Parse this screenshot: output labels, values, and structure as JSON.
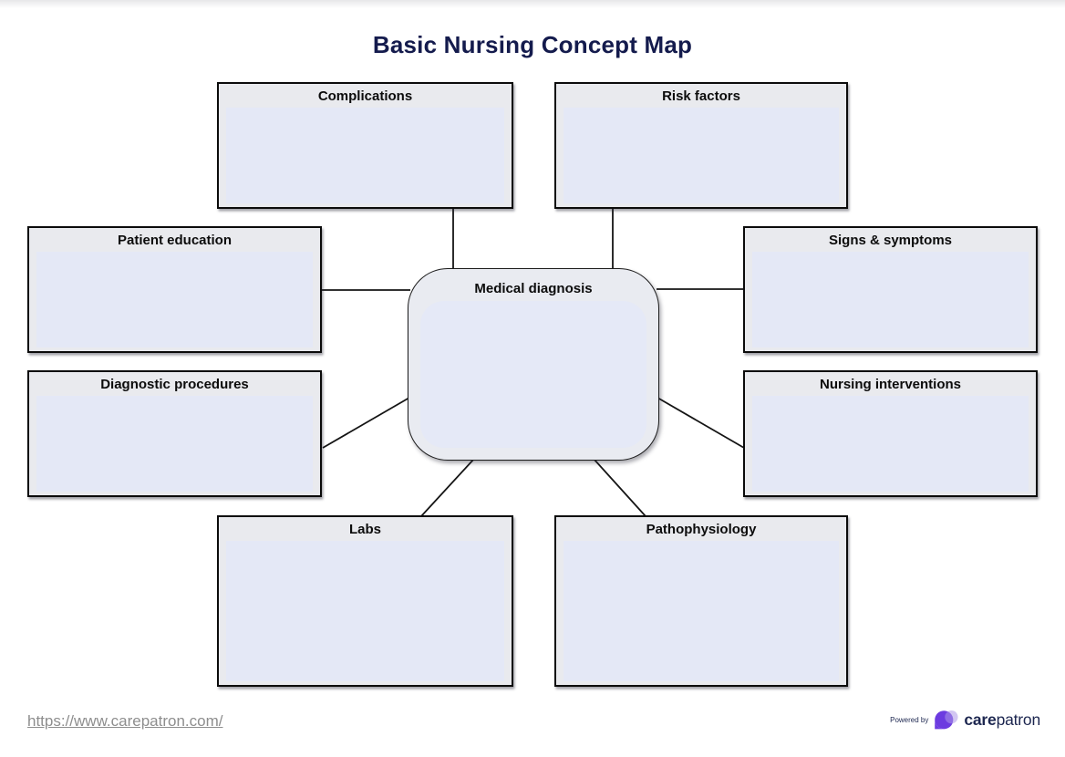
{
  "page": {
    "title": "Basic Nursing Concept Map"
  },
  "diagram": {
    "center": {
      "label": "Medical diagnosis"
    },
    "nodes": [
      {
        "id": "complications",
        "label": "Complications"
      },
      {
        "id": "risk-factors",
        "label": "Risk factors"
      },
      {
        "id": "patient-education",
        "label": "Patient education"
      },
      {
        "id": "signs-symptoms",
        "label": "Signs & symptoms"
      },
      {
        "id": "diagnostic-procedures",
        "label": "Diagnostic procedures"
      },
      {
        "id": "nursing-interventions",
        "label": "Nursing interventions"
      },
      {
        "id": "labs",
        "label": "Labs"
      },
      {
        "id": "pathophysiology",
        "label": "Pathophysiology"
      }
    ],
    "connections": "center-to-all-8-nodes"
  },
  "footer": {
    "url": "https://www.carepatron.com/",
    "powered_by": "Powered by",
    "brand_bold": "care",
    "brand_regular": "patron"
  },
  "colors": {
    "title_navy": "#141b4d",
    "box_border": "#0b0b0b",
    "box_header_bg": "#e9eaee",
    "box_body_bg": "#e4e8f6",
    "connector_line": "#141414",
    "url_gray": "#8e8e8e",
    "brand_navy": "#1d2750",
    "brand_purple": "#6c3be0",
    "brand_lavender": "#ad97e8"
  }
}
